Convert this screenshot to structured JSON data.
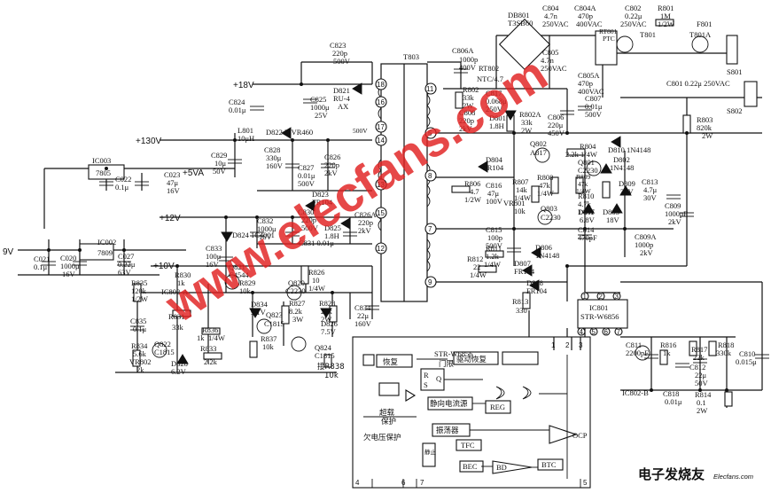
{
  "rails": {
    "v18": "+18V",
    "v130": "+130V",
    "v5a": "+5VA",
    "v12": "+12V",
    "v9": "9V",
    "v10": "+10V",
    "v500": "500V"
  },
  "transformer": {
    "ref": "T803",
    "pins": [
      "18",
      "16",
      "17",
      "14",
      "13",
      "15",
      "12",
      "5",
      "8",
      "7",
      "9",
      "11"
    ]
  },
  "parts": {
    "c823": [
      "C823",
      "220p",
      "500V"
    ],
    "c824": [
      "C824",
      "0.01μ"
    ],
    "c825": [
      "C825",
      "1000μ",
      "25V"
    ],
    "d821": [
      "D821",
      "RU-4",
      "AX"
    ],
    "d822": "D822 MVR460",
    "l801": [
      "L801",
      "10μH"
    ],
    "c828": [
      "C828",
      "330μ",
      "160V"
    ],
    "c826": [
      "C826",
      "220p",
      "2kV"
    ],
    "c827": [
      "C827",
      "0.01μ",
      "500V"
    ],
    "c829": [
      "C829",
      "10μ",
      "50V"
    ],
    "ic003": [
      "IC003",
      "7805"
    ],
    "c022": [
      "C022",
      "0.1μ"
    ],
    "c023": [
      "C023",
      "47μ",
      "16V"
    ],
    "d823": [
      "D823",
      "FR104"
    ],
    "c832": [
      "C832",
      "1000μ",
      "16V"
    ],
    "c830": [
      "C830",
      "220p",
      "500V"
    ],
    "d825": [
      "D825",
      "1.8H"
    ],
    "c826a": [
      "C826A",
      "220p",
      "2kV"
    ],
    "c831": "C831 0.01μ",
    "d824": "D824 1C4001",
    "c833": [
      "C833",
      "100μ",
      "16V"
    ],
    "c021": [
      "C021",
      "0.1μ"
    ],
    "c020": [
      "C020",
      "1000μ",
      "16V"
    ],
    "ic002": [
      "IC002",
      "7809"
    ],
    "c027": [
      "C027",
      "0.22μ",
      "63V"
    ],
    "q821": [
      "Q821",
      "C4544"
    ],
    "r829": [
      "R829",
      "10k"
    ],
    "r826": [
      "R826",
      "10",
      "1/4W"
    ],
    "q820": [
      "Q820",
      "C2230"
    ],
    "r830": [
      "R830",
      "1k"
    ],
    "ic802a": "IC802-A",
    "r835": [
      "R835",
      "120k",
      "1/2W"
    ],
    "d834": [
      "D834",
      "9.1V"
    ],
    "q823": [
      "Q823",
      "C1815"
    ],
    "r827": [
      "R827",
      "8.2k",
      "3W"
    ],
    "r828": [
      "R828",
      "22k",
      "2W"
    ],
    "c834": [
      "C834",
      "22μ",
      "160V"
    ],
    "d826": [
      "D826",
      "7.5V"
    ],
    "c835": [
      "C835",
      "0.1μ"
    ],
    "r831": [
      "R831",
      "33k"
    ],
    "r836": [
      "R836",
      "1k",
      "1/4W"
    ],
    "r837": [
      "R837",
      "10k"
    ],
    "q824": [
      "Q824",
      "C1815"
    ],
    "r838": [
      "接R838",
      "10k"
    ],
    "r834": [
      "R834",
      "5.6k"
    ],
    "vr802": [
      "VR802",
      "2k"
    ],
    "q822": [
      "Q822",
      "C1815"
    ],
    "r833": [
      "R833",
      "2.2k"
    ],
    "d828": [
      "D828",
      "6.2V"
    ],
    "db801": [
      "DB801",
      "T3SB60"
    ],
    "c804": [
      "C804",
      "4.7n",
      "250VAC"
    ],
    "c804a": [
      "C804A",
      "470p",
      "400VAC"
    ],
    "c802": [
      "C802",
      "0.22μ",
      "250VAC"
    ],
    "r801": [
      "R801",
      "1M",
      "1/2W"
    ],
    "f801": "F801",
    "c806a": [
      "C806A",
      "1000p",
      "400V"
    ],
    "rt802": [
      "RT802",
      "NTC/4.7"
    ],
    "rt801": [
      "RT801",
      "PTC"
    ],
    "t801": "T801",
    "t801a": "T801A",
    "c805": [
      "C805",
      "4.7n",
      "250VAC"
    ],
    "c805a": [
      "C805A",
      "470p",
      "400VAC"
    ],
    "c801": "C801 0.22μ 250VAC",
    "s801": "S801",
    "s802": "S802",
    "r802": [
      "R802",
      "33k",
      "2W"
    ],
    "c817": [
      "C817",
      "0.068μ",
      "250V"
    ],
    "c808": [
      "C808",
      "220p",
      "2kV"
    ],
    "d801": [
      "D801",
      "1.8H"
    ],
    "r802a": [
      "R802A",
      "33k",
      "2W"
    ],
    "c806": [
      "C806",
      "220μ",
      "450V"
    ],
    "c807": [
      "C807",
      "0.01μ",
      "500V"
    ],
    "r803": [
      "R803",
      "820k",
      "2W"
    ],
    "q802": [
      "Q802",
      "A817"
    ],
    "r804": [
      "R804",
      "2.2k 1/4W"
    ],
    "d810": "D810 1N4148",
    "q801": [
      "Q801",
      "C2230"
    ],
    "d802": [
      "D802",
      "1N4148"
    ],
    "d804": [
      "D804",
      "FR104"
    ],
    "r806": [
      "R806",
      "4.7",
      "1/2W"
    ],
    "c816": [
      "C816",
      "47μ",
      "100V"
    ],
    "r807": [
      "R807",
      "14k",
      "1/4W"
    ],
    "r808": [
      "R808",
      "47k",
      "1/4W"
    ],
    "r809": [
      "R809",
      "47k",
      "1/4W"
    ],
    "r810": [
      "R810",
      "4.7k",
      "1/4W"
    ],
    "vr801": [
      "VR801",
      "10k"
    ],
    "q803": [
      "Q803",
      "C2230"
    ],
    "d809": [
      "D809",
      "30V"
    ],
    "c813": [
      "C813",
      "4.7μ",
      "30V"
    ],
    "c809": [
      "C809",
      "1000pF",
      "2kV"
    ],
    "d805": [
      "D805",
      "6.8V"
    ],
    "d803": [
      "D803",
      "18V"
    ],
    "c815": [
      "C815",
      "100p",
      "500V"
    ],
    "c814": [
      "C814",
      "470pF"
    ],
    "c809a": [
      "C809A",
      "1000p",
      "2kV"
    ],
    "r811": [
      "R811",
      "1.2k",
      "1/4W"
    ],
    "r812": [
      "R812",
      "22",
      "1/4W"
    ],
    "d806": [
      "D806",
      "1N4148"
    ],
    "d807": [
      "D807",
      "FR104"
    ],
    "d808": [
      "D808",
      "FR104"
    ],
    "r813": [
      "R813",
      "330"
    ],
    "ic801": [
      "IC801",
      "STR-W6856"
    ],
    "c811": [
      "C811",
      "2200pF"
    ],
    "r816": [
      "R816",
      "1k"
    ],
    "r817": [
      "R817",
      "22k"
    ],
    "r818": [
      "R818",
      "330k"
    ],
    "c810": [
      "C810",
      "0.015μ"
    ],
    "c812": [
      "C812",
      "22μ",
      "50V"
    ],
    "ic802b": "IC802-B",
    "c818": [
      "C818",
      "0.01μ"
    ],
    "r814": [
      "R814",
      "0.1",
      "2W"
    ]
  },
  "ic_block": {
    "title": "STR-W6856",
    "gate_label": "门限",
    "blocks": {
      "restart": "恢复",
      "drive_restart": "驱动恢复",
      "overheat": "超载",
      "protect": "保护",
      "startup_current": "静向电流源",
      "reg": "REG",
      "oscillator": "振荡器",
      "ocp": "OCP",
      "tfc": "TFC",
      "bec": "BEC",
      "bd": "BD",
      "btc": "BTC",
      "undervoltage": "欠电压保护",
      "standby": "静止"
    },
    "latch": [
      "R",
      "S",
      "Q"
    ],
    "pins_top": [
      "1",
      "2",
      "3"
    ],
    "pins_bottom": [
      "4",
      "6",
      "7",
      "5"
    ]
  },
  "ic801_pins": [
    "1",
    "2",
    "3",
    "4",
    "5",
    "6",
    "7"
  ],
  "watermark": "www.elecfans.com",
  "logo": {
    "name": "电子发烧友",
    "url": "Elecfans.com"
  }
}
